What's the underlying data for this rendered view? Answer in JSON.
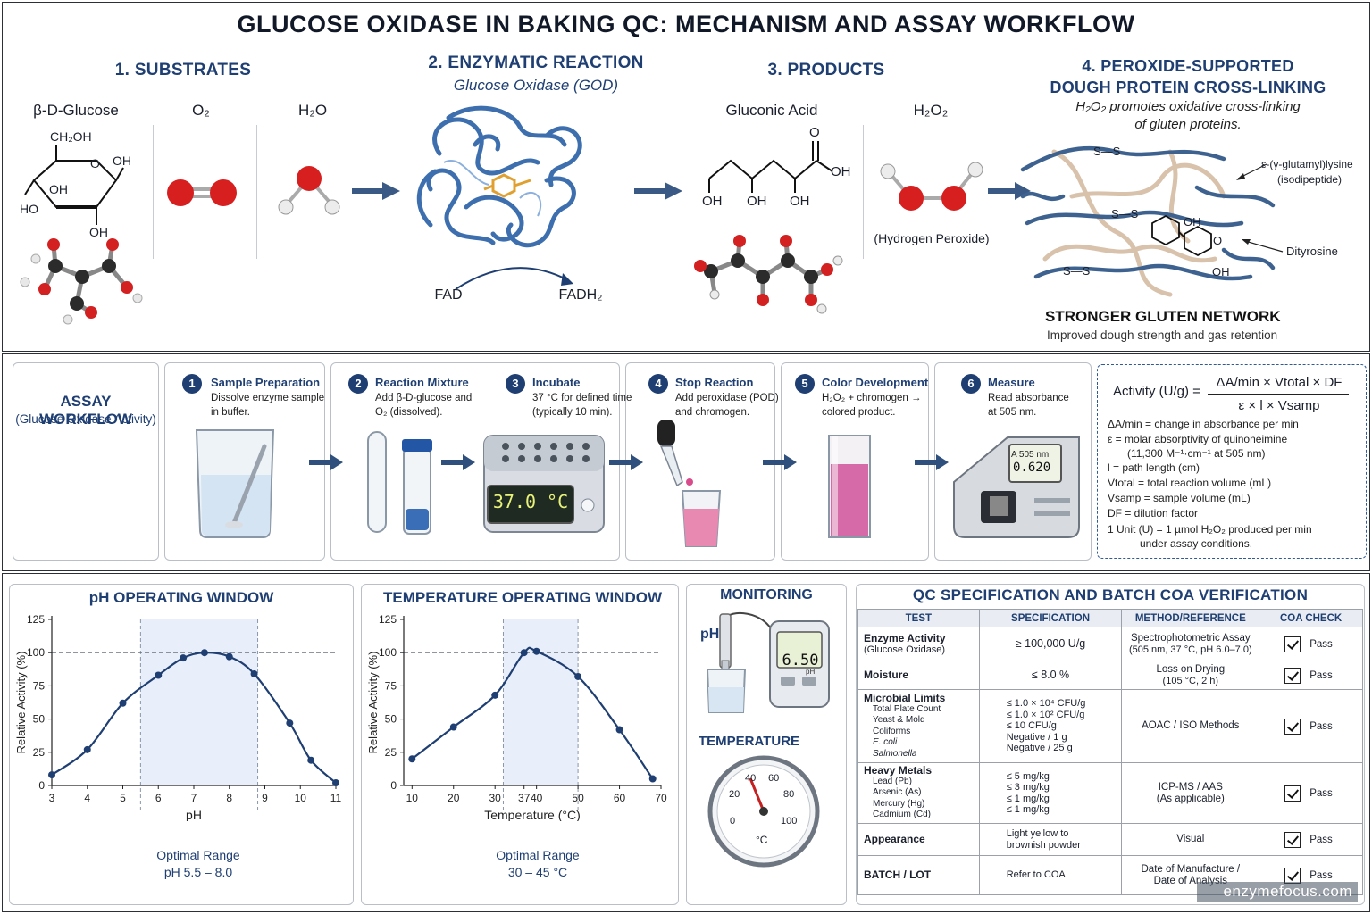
{
  "title": "GLUCOSE OXIDASE IN BAKING QC: MECHANISM AND ASSAY WORKFLOW",
  "mechanism": {
    "substrates": {
      "heading": "1. SUBSTRATES",
      "glucose": "β-D-Glucose",
      "o2": "O₂",
      "h2o": "H₂O",
      "ch2oh": "CH₂OH",
      "o": "O",
      "oh": "OH",
      "ho": "HO"
    },
    "reaction": {
      "heading": "2. ENZYMATIC REACTION",
      "enzyme": "Glucose Oxidase (GOD)",
      "fad": "FAD",
      "fadh2": "FADH₂"
    },
    "products": {
      "heading": "3. PRODUCTS",
      "gluconic": "Gluconic Acid",
      "h2o2": "H₂O₂",
      "peroxide": "(Hydrogen Peroxide)",
      "o": "O",
      "oh": "OH"
    },
    "crosslink": {
      "heading_1": "4. PEROXIDE-SUPPORTED",
      "heading_2": "DOUGH PROTEIN CROSS-LINKING",
      "desc_1": "H₂O₂ promotes oxidative cross-linking",
      "desc_2": "of gluten proteins.",
      "ss": "S—S",
      "iso_1": "ε-(γ-glutamyl)lysine",
      "iso_2": "(isodipeptide)",
      "dityrosine": "Dityrosine",
      "oh": "OH",
      "o": "O",
      "network": "STRONGER GLUTEN NETWORK",
      "network_sub": "Improved dough strength and gas retention"
    }
  },
  "workflow": {
    "title": "ASSAY WORKFLOW",
    "subtitle": "(Glucose Oxidase Activity)",
    "steps": [
      {
        "num": "1",
        "title": "Sample Preparation",
        "line1": "Dissolve enzyme sample",
        "line2": "in buffer."
      },
      {
        "num": "2",
        "title": "Reaction Mixture",
        "line1": "Add β-D-glucose and",
        "line2": "O₂ (dissolved)."
      },
      {
        "num": "3",
        "title": "Incubate",
        "line1": "37 °C for defined time",
        "line2": "(typically 10 min)."
      },
      {
        "num": "4",
        "title": "Stop Reaction",
        "line1": "Add peroxidase (POD)",
        "line2": "and chromogen."
      },
      {
        "num": "5",
        "title": "Color Development",
        "line1": "H₂O₂ + chromogen →",
        "line2": "colored product."
      },
      {
        "num": "6",
        "title": "Measure",
        "line1": "Read absorbance",
        "line2": "at 505 nm."
      }
    ],
    "incubator_display": "37.0 °C",
    "spectro_wavelength": "A 505 nm",
    "spectro_value": "0.620",
    "formula": {
      "lhs": "Activity (U/g) =",
      "numerator": "ΔA/min × Vtotal × DF",
      "denominator": "ε × l × Vsamp",
      "defs": [
        "ΔA/min = change in absorbance per min",
        "ε = molar absorptivity of quinoneimine",
        "(11,300 M⁻¹·cm⁻¹ at 505 nm)",
        "l = path length (cm)",
        "Vtotal = total reaction volume (mL)",
        "Vsamp = sample volume (mL)",
        "DF = dilution factor",
        "1 Unit (U) = 1 µmol H₂O₂ produced per min",
        "under assay conditions."
      ]
    }
  },
  "chart_data": [
    {
      "type": "line",
      "title": "pH OPERATING WINDOW",
      "xlabel": "pH",
      "ylabel": "Relative Activity (%)",
      "x": [
        3.0,
        4.0,
        5.0,
        6.0,
        6.7,
        7.3,
        8.0,
        8.7,
        9.7,
        10.3,
        11.0
      ],
      "y": [
        8,
        27,
        62,
        83,
        96,
        100,
        97,
        84,
        47,
        19,
        2
      ],
      "xticks": [
        "3",
        "4",
        "5",
        "6",
        "7",
        "8",
        "9",
        "10",
        "11"
      ],
      "yticks": [
        "0",
        "25",
        "50",
        "75",
        "100",
        "125"
      ],
      "xlim": [
        3,
        11
      ],
      "ylim": [
        0,
        125
      ],
      "reference_line": 100,
      "optimal_band": [
        5.5,
        8.8
      ],
      "optimal_label_1": "Optimal Range",
      "optimal_label_2": "pH 5.5 – 8.0"
    },
    {
      "type": "line",
      "title": "TEMPERATURE OPERATING WINDOW",
      "xlabel": "Temperature (°C)",
      "ylabel": "Relative Activity (%)",
      "x": [
        10,
        20,
        30,
        37,
        40,
        50,
        60,
        68
      ],
      "y": [
        20,
        44,
        68,
        100,
        101,
        82,
        42,
        5
      ],
      "xticks": [
        "10",
        "20",
        "30",
        "37",
        "40",
        "50",
        "60",
        "70"
      ],
      "yticks": [
        "0",
        "25",
        "50",
        "75",
        "100",
        "125"
      ],
      "xlim": [
        8,
        70
      ],
      "ylim": [
        0,
        125
      ],
      "reference_line": 100,
      "optimal_band": [
        32,
        50
      ],
      "optimal_label_1": "Optimal Range",
      "optimal_label_2": "30 – 45 °C"
    }
  ],
  "monitoring": {
    "title": "MONITORING",
    "ph_label": "pH",
    "ph_display": "6.50",
    "ph_unit": "pH",
    "temp_title": "TEMPERATURE",
    "dial_ticks": [
      "0",
      "20",
      "40",
      "60",
      "80",
      "100"
    ],
    "dial_unit": "°C"
  },
  "qc": {
    "title": "QC SPECIFICATION AND BATCH COA VERIFICATION",
    "headers": [
      "TEST",
      "SPECIFICATION",
      "METHOD/REFERENCE",
      "COA CHECK"
    ],
    "rows": [
      {
        "test": "Enzyme Activity",
        "test_sub": [
          "(Glucose Oxidase)"
        ],
        "spec": [
          "≥ 100,000 U/g"
        ],
        "method": [
          "Spectrophotometric Assay",
          "(505 nm, 37 °C, pH 6.0–7.0)"
        ],
        "check": "Pass"
      },
      {
        "test": "Moisture",
        "test_sub": [],
        "spec": [
          "≤ 8.0 %"
        ],
        "method": [
          "Loss on Drying",
          "(105 °C, 2 h)"
        ],
        "check": "Pass"
      },
      {
        "test": "Microbial Limits",
        "test_sub": [
          "Total Plate Count",
          "Yeast & Mold",
          "Coliforms",
          "E. coli",
          "Salmonella"
        ],
        "spec": [
          "≤ 1.0 × 10⁴ CFU/g",
          "≤ 1.0 × 10² CFU/g",
          "≤ 10 CFU/g",
          "Negative / 1 g",
          "Negative / 25 g"
        ],
        "method": [
          "AOAC / ISO Methods"
        ],
        "check": "Pass"
      },
      {
        "test": "Heavy Metals",
        "test_sub": [
          "Lead (Pb)",
          "Arsenic (As)",
          "Mercury (Hg)",
          "Cadmium (Cd)"
        ],
        "spec": [
          "≤ 5 mg/kg",
          "≤ 3 mg/kg",
          "≤ 1 mg/kg",
          "≤ 1 mg/kg"
        ],
        "method": [
          "ICP-MS / AAS",
          "(As applicable)"
        ],
        "check": "Pass"
      },
      {
        "test": "Appearance",
        "test_sub": [],
        "spec": [
          "Light yellow to",
          "brownish powder"
        ],
        "method": [
          "Visual"
        ],
        "check": "Pass"
      },
      {
        "test": "BATCH / LOT",
        "test_sub": [],
        "spec": [
          "Refer to COA"
        ],
        "method": [
          "Date of Manufacture /",
          "Date of Analysis"
        ],
        "check": "Pass"
      }
    ]
  },
  "watermark": "enzymefocus.com"
}
